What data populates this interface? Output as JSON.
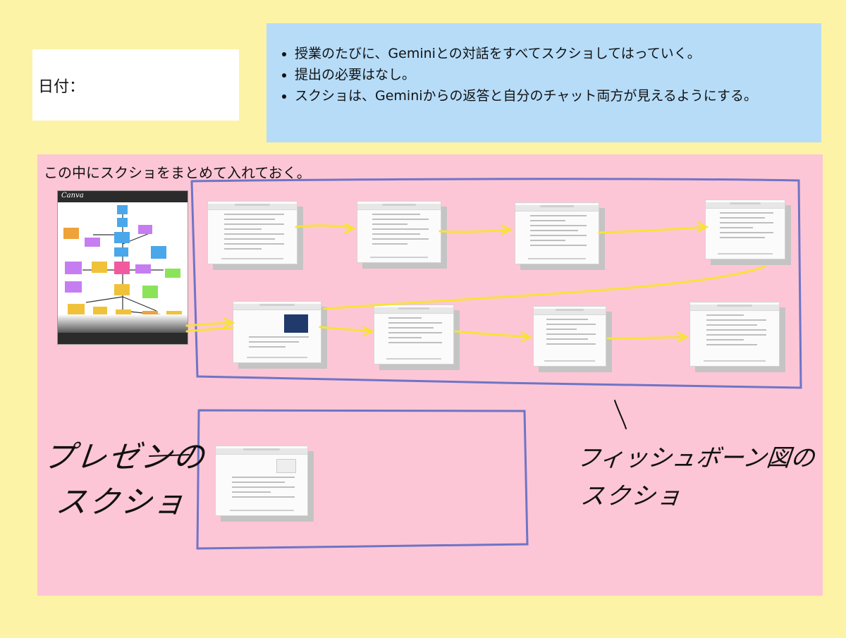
{
  "date": {
    "label": "日付："
  },
  "instructions": {
    "items": [
      "授業のたびに、Geminiとの対話をすべてスクショしてはっていく。",
      "提出の必要はなし。",
      "スクショは、Geminiからの返答と自分のチャット両方が見えるようにする。"
    ]
  },
  "board": {
    "caption": "この中にスクショをまとめて入れておく。",
    "canva_logo": "Canva",
    "presentation_label_line1": "プレゼンの",
    "presentation_label_line2": "スクショ",
    "fishbone_label_line1": "フィッシュボーン図の",
    "fishbone_label_line2": "スクショ"
  },
  "colors": {
    "background": "#fdf3a6",
    "info_box": "#b6dcf8",
    "board": "#fdc6d6",
    "arrow": "#f7e23a",
    "frame": "#6f74c6"
  }
}
